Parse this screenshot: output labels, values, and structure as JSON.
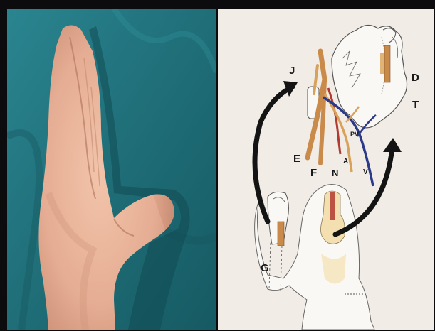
{
  "image": {
    "kind": "medical slide",
    "left_panel": {
      "subject": "photo-hand-side-view",
      "background_color": "#1f6e78",
      "skin_color": "#e8b39a"
    },
    "right_panel": {
      "subject": "anatomical-diagram-toe-to-hand-transfer",
      "paper_color": "#f1ede6",
      "labels": {
        "J": "J",
        "D": "D",
        "T": "T",
        "E": "E",
        "F": "F",
        "N": "N",
        "A": "A",
        "V": "V",
        "PV": "PV",
        "G": "G"
      },
      "colors": {
        "tendon": "#c98a4a",
        "artery": "#b23a2e",
        "vein": "#2b3a8a",
        "nerve": "#d9a25a",
        "outline": "#555555",
        "arrow": "#141414"
      }
    }
  }
}
